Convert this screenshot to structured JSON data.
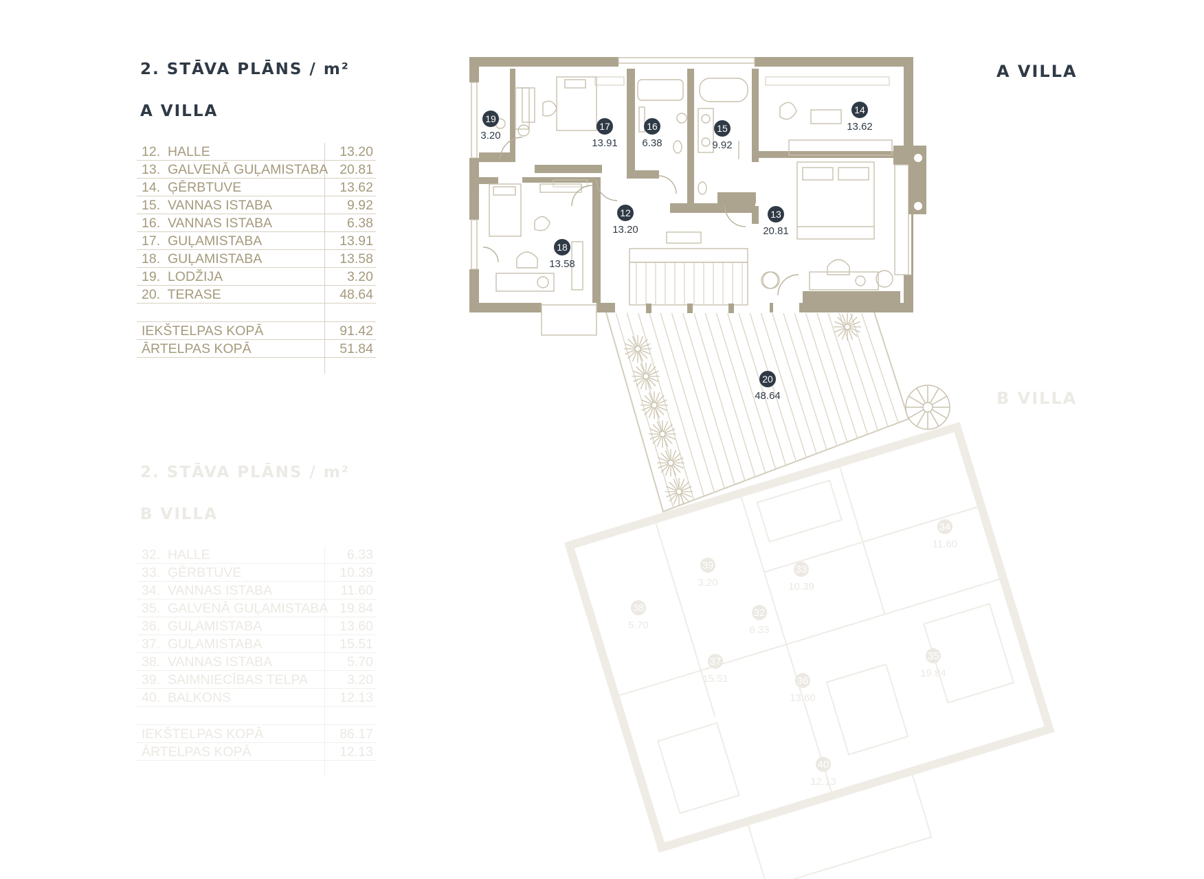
{
  "villa_a": {
    "heading": "2. STĀVA PLĀNS / m²",
    "subheading": "A VILLA",
    "plan_label": "A VILLA",
    "rooms": [
      {
        "no": "12.",
        "name": "HALLE",
        "area": "13.20"
      },
      {
        "no": "13.",
        "name": "GALVENĀ GUĻAMISTABA",
        "area": "20.81"
      },
      {
        "no": "14.",
        "name": "ĢĒRBTUVE",
        "area": "13.62"
      },
      {
        "no": "15.",
        "name": "VANNAS ISTABA",
        "area": "9.92"
      },
      {
        "no": "16.",
        "name": "VANNAS ISTABA",
        "area": "6.38"
      },
      {
        "no": "17.",
        "name": "GUĻAMISTABA",
        "area": "13.91"
      },
      {
        "no": "18.",
        "name": "GUĻAMISTABA",
        "area": "13.58"
      },
      {
        "no": "19.",
        "name": "LODŽIJA",
        "area": "3.20"
      },
      {
        "no": "20.",
        "name": "TERASE",
        "area": "48.64"
      }
    ],
    "totals": [
      {
        "name": "IEKŠTELPAS KOPĀ",
        "area": "91.42"
      },
      {
        "name": "ĀRTELPAS KOPĀ",
        "area": "51.84"
      }
    ],
    "plan_badges": [
      {
        "num": "19",
        "area": "3.20"
      },
      {
        "num": "17",
        "area": "13.91"
      },
      {
        "num": "16",
        "area": "6.38"
      },
      {
        "num": "15",
        "area": "9.92"
      },
      {
        "num": "14",
        "area": "13.62"
      },
      {
        "num": "12",
        "area": "13.20"
      },
      {
        "num": "13",
        "area": "20.81"
      },
      {
        "num": "18",
        "area": "13.58"
      },
      {
        "num": "20",
        "area": "48.64"
      }
    ]
  },
  "villa_b": {
    "heading": "2. STĀVA PLĀNS / m²",
    "subheading": "B VILLA",
    "plan_label": "B VILLA",
    "rooms": [
      {
        "no": "32.",
        "name": "HALLE",
        "area": "6.33"
      },
      {
        "no": "33.",
        "name": "ĢĒRBTUVE",
        "area": "10.39"
      },
      {
        "no": "34.",
        "name": "VANNAS ISTABA",
        "area": "11.60"
      },
      {
        "no": "35.",
        "name": "GALVENĀ GUĻAMISTABA",
        "area": "19.84"
      },
      {
        "no": "36.",
        "name": "GUĻAMISTABA",
        "area": "13.60"
      },
      {
        "no": "37.",
        "name": "GUĻAMISTABA",
        "area": "15.51"
      },
      {
        "no": "38.",
        "name": "VANNAS ISTABA",
        "area": "5.70"
      },
      {
        "no": "39.",
        "name": "SAIMNIECĪBAS TELPA",
        "area": "3.20"
      },
      {
        "no": "40.",
        "name": "BALKONS",
        "area": "12.13"
      }
    ],
    "totals": [
      {
        "name": "IEKŠTELPAS KOPĀ",
        "area": "86.17"
      },
      {
        "name": "ĀRTELPAS KOPĀ",
        "area": "12.13"
      }
    ],
    "plan_badges": [
      {
        "num": "39",
        "area": "3.20"
      },
      {
        "num": "33",
        "area": "10.39"
      },
      {
        "num": "34",
        "area": "11.60"
      },
      {
        "num": "38",
        "area": "5.70"
      },
      {
        "num": "32",
        "area": "6.33"
      },
      {
        "num": "37",
        "area": "15.51"
      },
      {
        "num": "36",
        "area": "13.60"
      },
      {
        "num": "35",
        "area": "19.84"
      },
      {
        "num": "40",
        "area": "12.13"
      }
    ]
  },
  "colors": {
    "wall": "#aca48e",
    "furniture_line": "#c8c0ae",
    "badge_fill": "#2f3a46",
    "faded": "#eceae5"
  }
}
